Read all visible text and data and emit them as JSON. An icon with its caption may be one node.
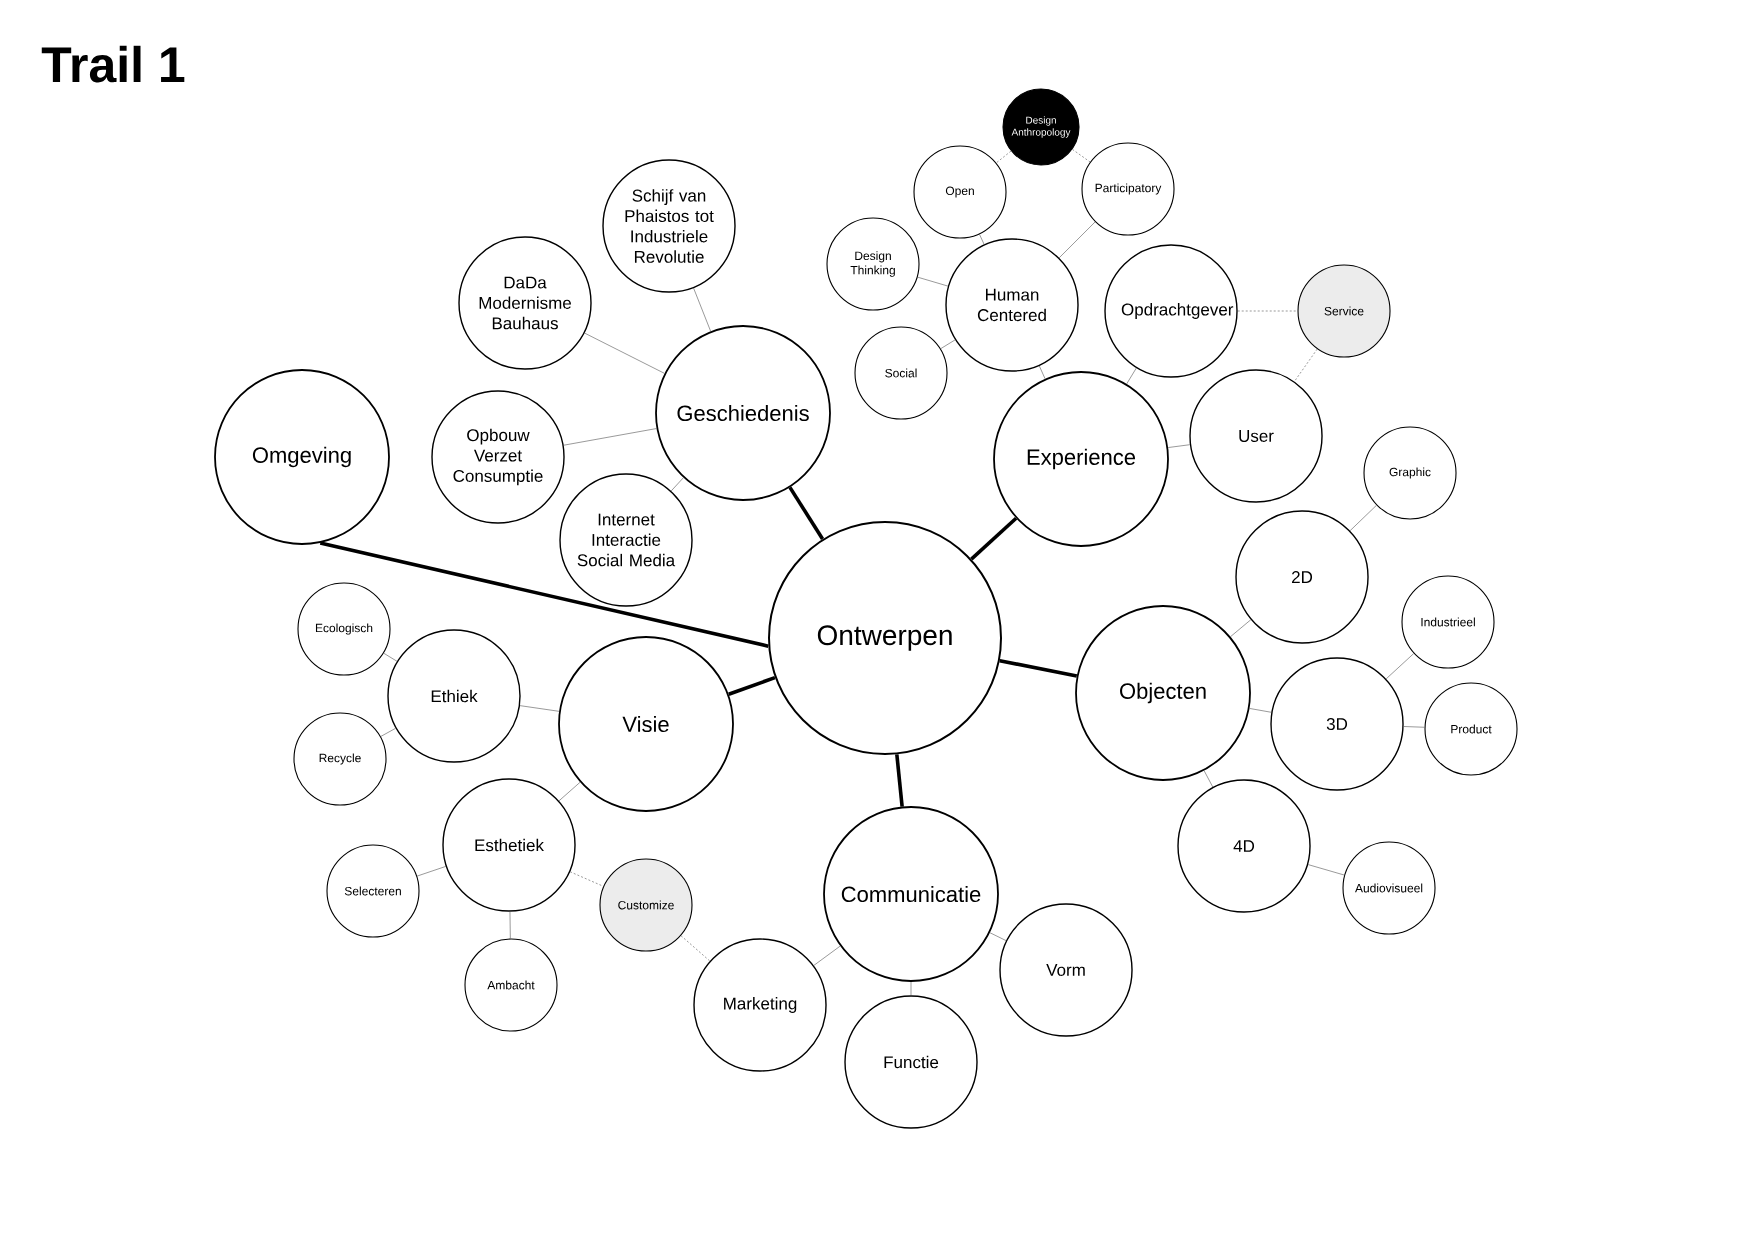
{
  "diagram": {
    "title": "Trail 1",
    "nodes": [
      {
        "text": [
          "Design Anthropology"
        ]
      },
      {
        "text": [
          "Open"
        ]
      },
      {
        "text": [
          "Participatory"
        ]
      },
      {
        "text": [
          "Schijf van Phaistos tot Industriele Revolutie"
        ]
      },
      {
        "text": [
          "Design Thinking"
        ]
      },
      {
        "text": [
          "Human Centered"
        ]
      },
      {
        "text": [
          "DaDa Modernisme Bauhaus"
        ]
      },
      {
        "text": [
          "Opdrachtgever"
        ]
      },
      {
        "text": [
          "Service"
        ]
      },
      {
        "text": [
          "Social"
        ]
      },
      {
        "text": [
          "Geschiedenis"
        ]
      },
      {
        "text": [
          "Omgeving"
        ]
      },
      {
        "text": [
          "Opbouw Verzet Consumptie"
        ]
      },
      {
        "text": [
          "Experience"
        ]
      },
      {
        "text": [
          "User"
        ]
      },
      {
        "text": [
          "Graphic"
        ]
      },
      {
        "text": [
          "Internet Interactie Social Media"
        ]
      },
      {
        "text": [
          "2D"
        ]
      },
      {
        "text": [
          "Ontwerpen"
        ]
      },
      {
        "text": [
          "Ecologisch"
        ]
      },
      {
        "text": [
          "Industrieel"
        ]
      },
      {
        "text": [
          "Objecten"
        ]
      },
      {
        "text": [
          "Ethiek"
        ]
      },
      {
        "text": [
          "Visie"
        ]
      },
      {
        "text": [
          "3D"
        ]
      },
      {
        "text": [
          "Product"
        ]
      },
      {
        "text": [
          "Recycle"
        ]
      },
      {
        "text": [
          "Esthetiek"
        ]
      },
      {
        "text": [
          "4D"
        ]
      },
      {
        "text": [
          "Communicatie"
        ]
      },
      {
        "text": [
          "Audiovisueel"
        ]
      },
      {
        "text": [
          "Selecteren"
        ]
      },
      {
        "text": [
          "Customize"
        ]
      },
      {
        "text": [
          "Vorm"
        ]
      },
      {
        "text": [
          "Ambacht"
        ]
      },
      {
        "text": [
          "Marketing"
        ]
      },
      {
        "text": [
          "Functie"
        ]
      }
    ],
    "edges": [
      {
        "from": 18,
        "to": 10,
        "arrow": "none",
        "style": "thick"
      },
      {
        "from": 18,
        "to": 11,
        "arrow": "none",
        "style": "thick"
      },
      {
        "from": 18,
        "to": 13,
        "arrow": "none",
        "style": "thick"
      },
      {
        "from": 18,
        "to": 21,
        "arrow": "none",
        "style": "thick"
      },
      {
        "from": 18,
        "to": 29,
        "arrow": "none",
        "style": "thick"
      },
      {
        "from": 18,
        "to": 23,
        "arrow": "none",
        "style": "thick"
      },
      {
        "from": 10,
        "to": 3,
        "arrow": "none"
      },
      {
        "from": 10,
        "to": 6,
        "arrow": "none"
      },
      {
        "from": 10,
        "to": 12,
        "arrow": "none"
      },
      {
        "from": 10,
        "to": 16,
        "arrow": "none"
      },
      {
        "from": 13,
        "to": 5,
        "arrow": "none"
      },
      {
        "from": 13,
        "to": 7,
        "arrow": "none"
      },
      {
        "from": 13,
        "to": 14,
        "arrow": "none"
      },
      {
        "from": 5,
        "to": 1,
        "arrow": "none"
      },
      {
        "from": 5,
        "to": 2,
        "arrow": "none"
      },
      {
        "from": 5,
        "to": 4,
        "arrow": "none"
      },
      {
        "from": 5,
        "to": 9,
        "arrow": "none"
      },
      {
        "from": 0,
        "to": 1,
        "arrow": "none",
        "style": "dashed"
      },
      {
        "from": 0,
        "to": 2,
        "arrow": "none",
        "style": "dashed"
      },
      {
        "from": 7,
        "to": 8,
        "arrow": "none",
        "style": "dashed"
      },
      {
        "from": 8,
        "to": 14,
        "arrow": "none",
        "style": "dashed"
      },
      {
        "from": 21,
        "to": 17,
        "arrow": "none"
      },
      {
        "from": 21,
        "to": 24,
        "arrow": "none"
      },
      {
        "from": 21,
        "to": 28,
        "arrow": "none"
      },
      {
        "from": 17,
        "to": 15,
        "arrow": "none"
      },
      {
        "from": 24,
        "to": 20,
        "arrow": "none"
      },
      {
        "from": 24,
        "to": 25,
        "arrow": "none"
      },
      {
        "from": 28,
        "to": 30,
        "arrow": "none"
      },
      {
        "from": 23,
        "to": 22,
        "arrow": "none"
      },
      {
        "from": 23,
        "to": 27,
        "arrow": "none"
      },
      {
        "from": 22,
        "to": 19,
        "arrow": "none"
      },
      {
        "from": 22,
        "to": 26,
        "arrow": "none"
      },
      {
        "from": 27,
        "to": 31,
        "arrow": "none"
      },
      {
        "from": 27,
        "to": 34,
        "arrow": "none"
      },
      {
        "from": 27,
        "to": 32,
        "arrow": "none",
        "style": "dashed"
      },
      {
        "from": 32,
        "to": 35,
        "arrow": "none",
        "style": "dashed"
      },
      {
        "from": 29,
        "to": 35,
        "arrow": "none"
      },
      {
        "from": 29,
        "to": 36,
        "arrow": "none"
      },
      {
        "from": 29,
        "to": 33,
        "arrow": "none"
      }
    ]
  }
}
